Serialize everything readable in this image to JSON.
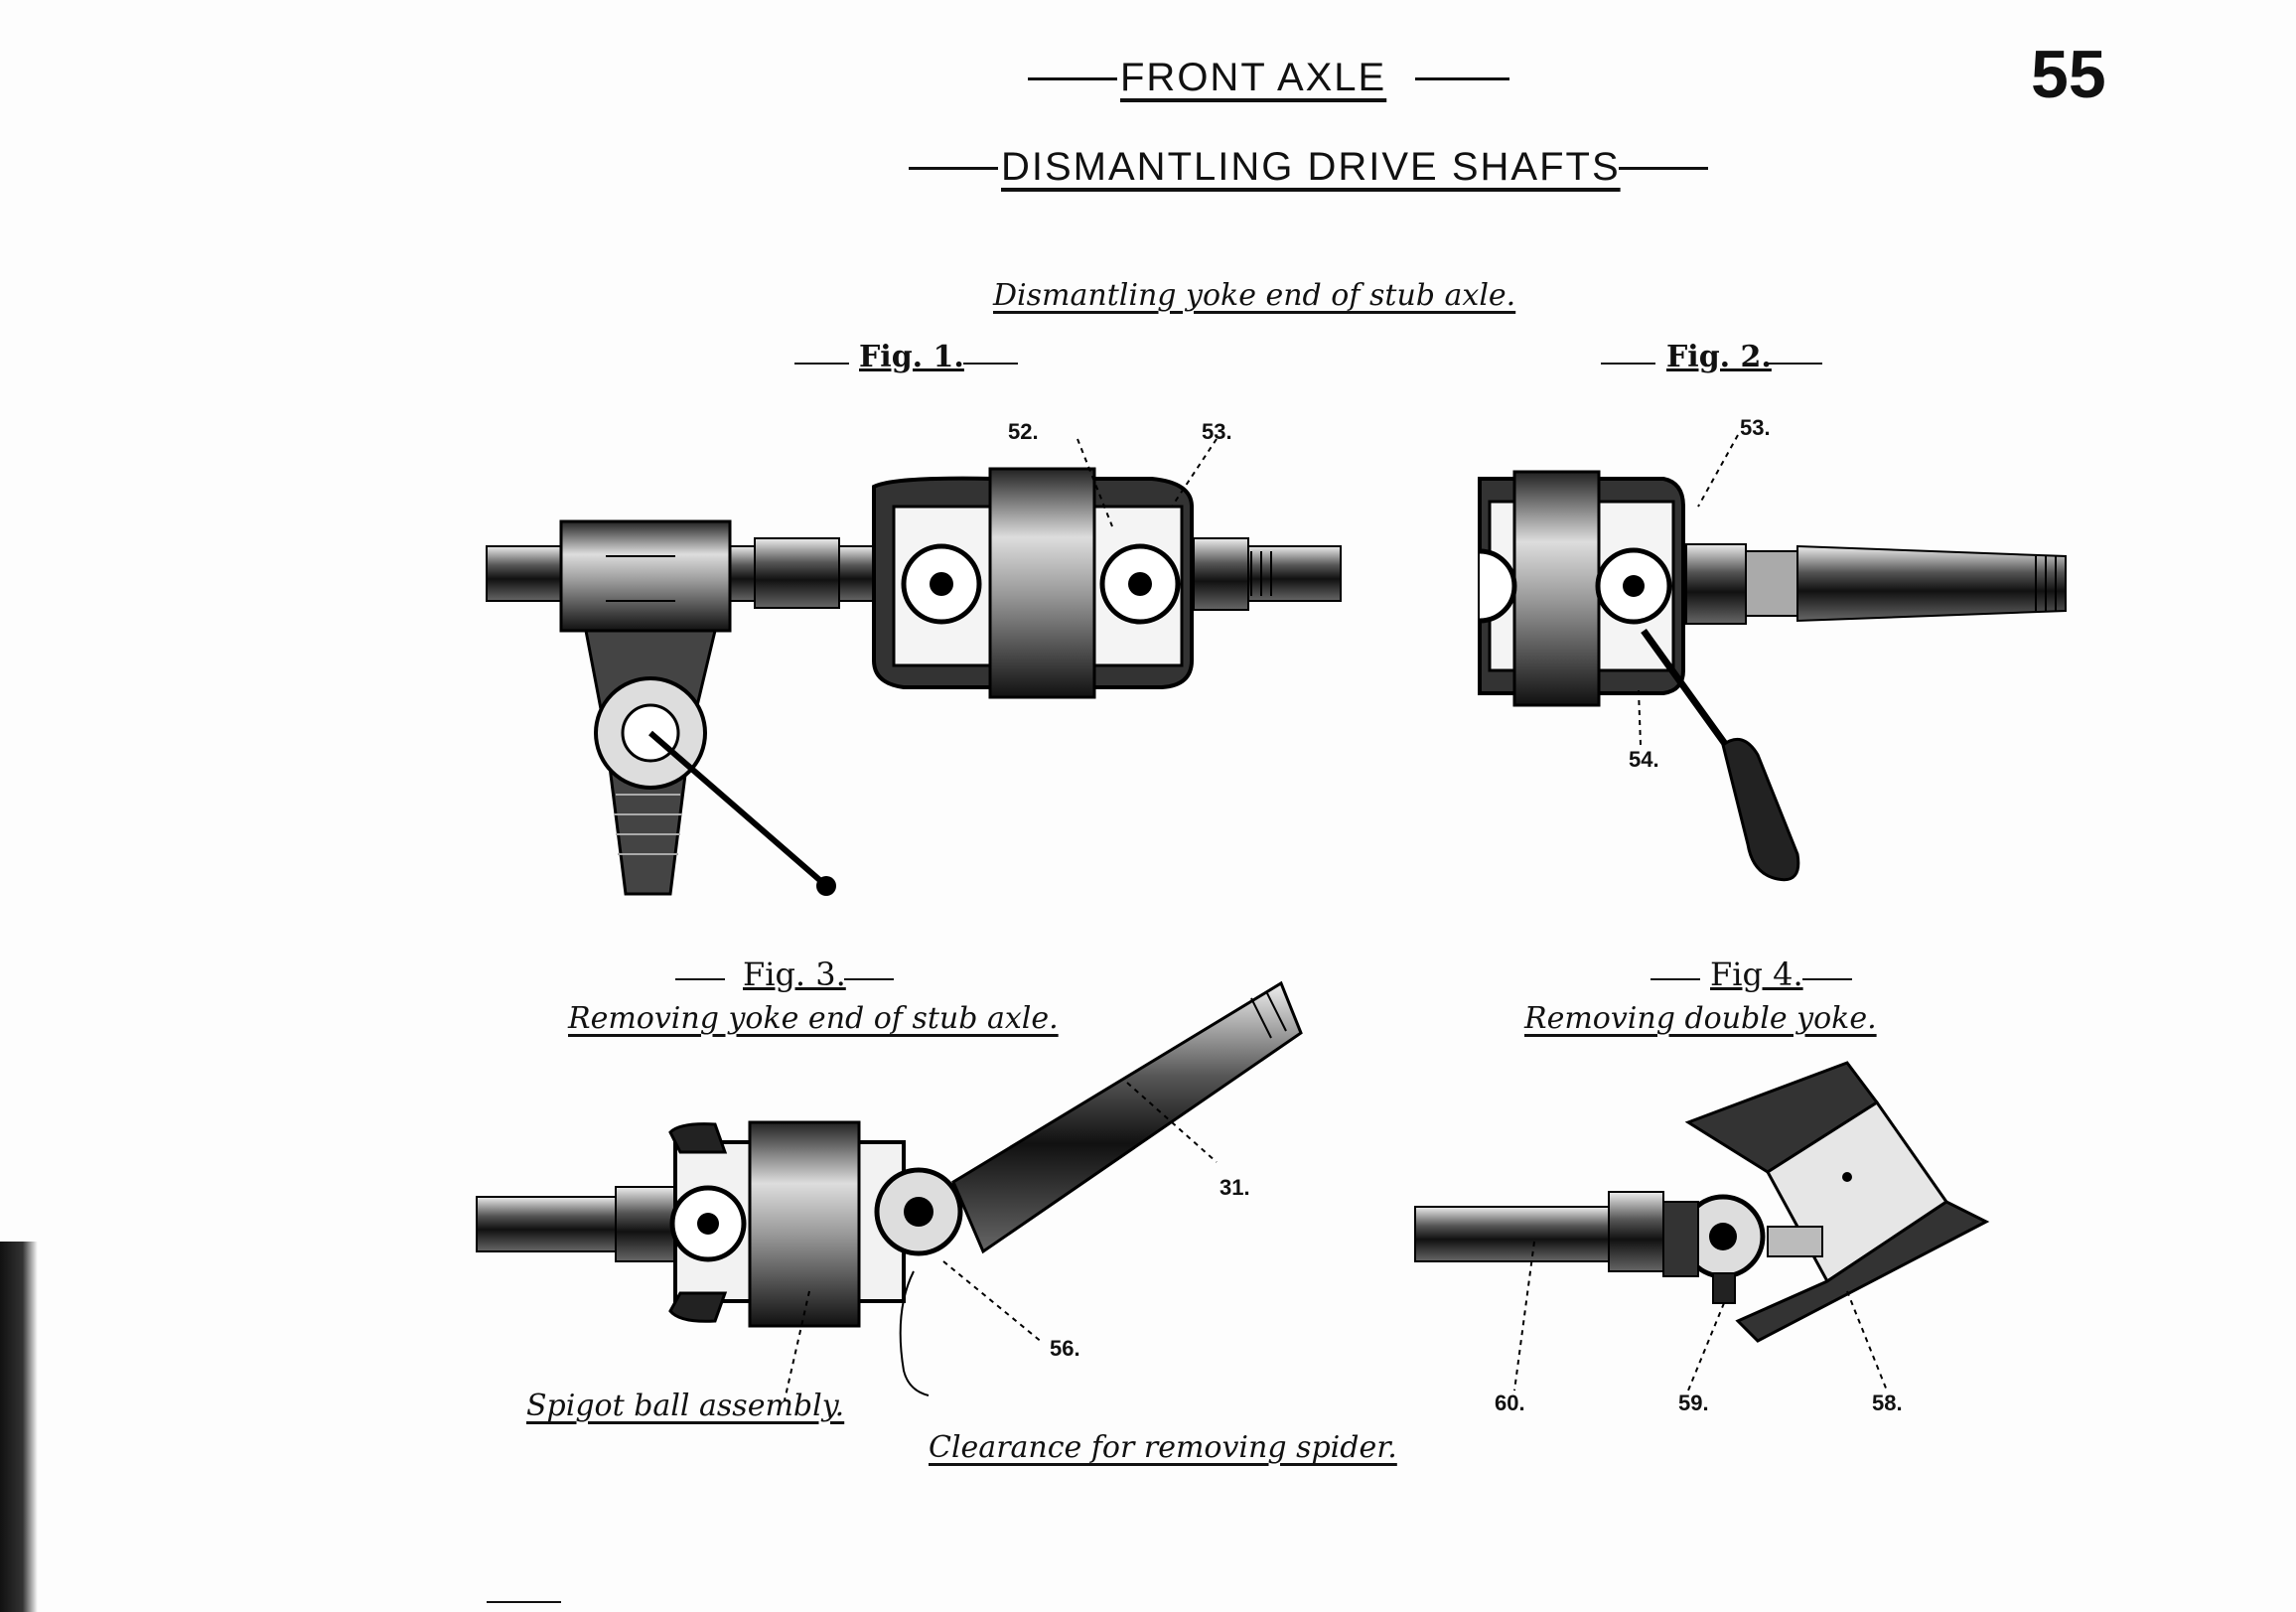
{
  "header": {
    "title": "FRONT AXLE",
    "subtitle": "DISMANTLING DRIVE SHAFTS",
    "page_number": "55"
  },
  "section_caption": "Dismantling yoke end of stub axle.",
  "figures": [
    {
      "label": "Fig. 1.",
      "callouts": [
        "52.",
        "53."
      ]
    },
    {
      "label": "Fig. 2.",
      "callouts": [
        "53.",
        "54."
      ]
    },
    {
      "label": "Fig. 3.",
      "caption": "Removing yoke end of stub axle.",
      "callouts": [
        "31.",
        "56."
      ],
      "notes": [
        "Spigot ball assembly.",
        "Clearance for removing spider."
      ]
    },
    {
      "label": "Fig 4.",
      "caption": "Removing double yoke.",
      "callouts": [
        "60.",
        "59.",
        "58."
      ]
    }
  ]
}
